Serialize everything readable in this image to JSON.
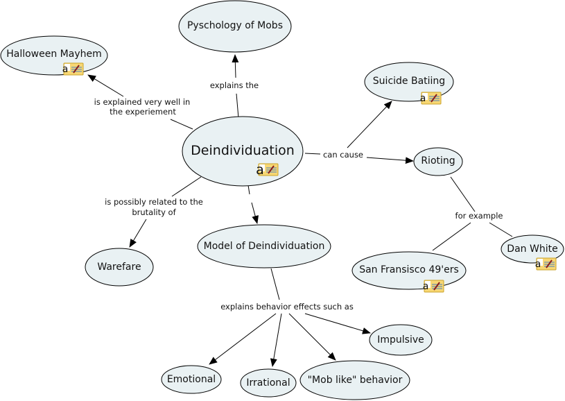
{
  "concepts": [
    {
      "id": "deindividuation",
      "label": "Deindividuation",
      "main": true,
      "has_note": true
    },
    {
      "id": "psychology-of-mobs",
      "label": "Pyschology of Mobs",
      "has_note": false
    },
    {
      "id": "halloween-mayhem",
      "label": "Halloween Mayhem",
      "has_note": true
    },
    {
      "id": "suicide-baiting",
      "label": "Suicide Batiing",
      "has_note": true
    },
    {
      "id": "rioting",
      "label": "Rioting",
      "has_note": false
    },
    {
      "id": "dan-white",
      "label": "Dan White",
      "has_note": true
    },
    {
      "id": "sf-49ers",
      "label": "San Fransisco 49'ers",
      "has_note": true
    },
    {
      "id": "warefare",
      "label": "Warefare",
      "has_note": false
    },
    {
      "id": "model-of-deindividuation",
      "label": "Model of Deindividuation",
      "has_note": false
    },
    {
      "id": "impulsive",
      "label": "Impulsive",
      "has_note": false
    },
    {
      "id": "emotional",
      "label": "Emotional",
      "has_note": false
    },
    {
      "id": "irrational",
      "label": "Irrational",
      "has_note": false
    },
    {
      "id": "mob-like-behavior",
      "label": "\"Mob like\" behavior",
      "has_note": false
    }
  ],
  "link_phrases": [
    {
      "id": "explains-the",
      "lines": [
        "explains the"
      ]
    },
    {
      "id": "explained-experiment",
      "lines": [
        "is explained very well in",
        "the experiement"
      ]
    },
    {
      "id": "can-cause",
      "lines": [
        "can cause"
      ]
    },
    {
      "id": "for-example",
      "lines": [
        "for example"
      ]
    },
    {
      "id": "brutality-of",
      "lines": [
        "is possibly related to the",
        "brutality of"
      ]
    },
    {
      "id": "explains-behavior",
      "lines": [
        "explains behavior effects such as"
      ]
    }
  ],
  "relationships": [
    {
      "from": "deindividuation",
      "via": "explains-the",
      "to": [
        "psychology-of-mobs"
      ]
    },
    {
      "from": "deindividuation",
      "via": "explained-experiment",
      "to": [
        "halloween-mayhem"
      ]
    },
    {
      "from": "deindividuation",
      "via": "can-cause",
      "to": [
        "suicide-baiting",
        "rioting"
      ]
    },
    {
      "from": "rioting",
      "via": "for-example",
      "to": [
        "sf-49ers",
        "dan-white"
      ]
    },
    {
      "from": "deindividuation",
      "via": "brutality-of",
      "to": [
        "warefare"
      ]
    },
    {
      "from": "deindividuation",
      "via": null,
      "to": [
        "model-of-deindividuation"
      ]
    },
    {
      "from": "model-of-deindividuation",
      "via": "explains-behavior",
      "to": [
        "emotional",
        "irrational",
        "mob-like-behavior",
        "impulsive"
      ]
    }
  ],
  "note_icon": {
    "glyph": "a",
    "name": "annotation-note-icon"
  }
}
